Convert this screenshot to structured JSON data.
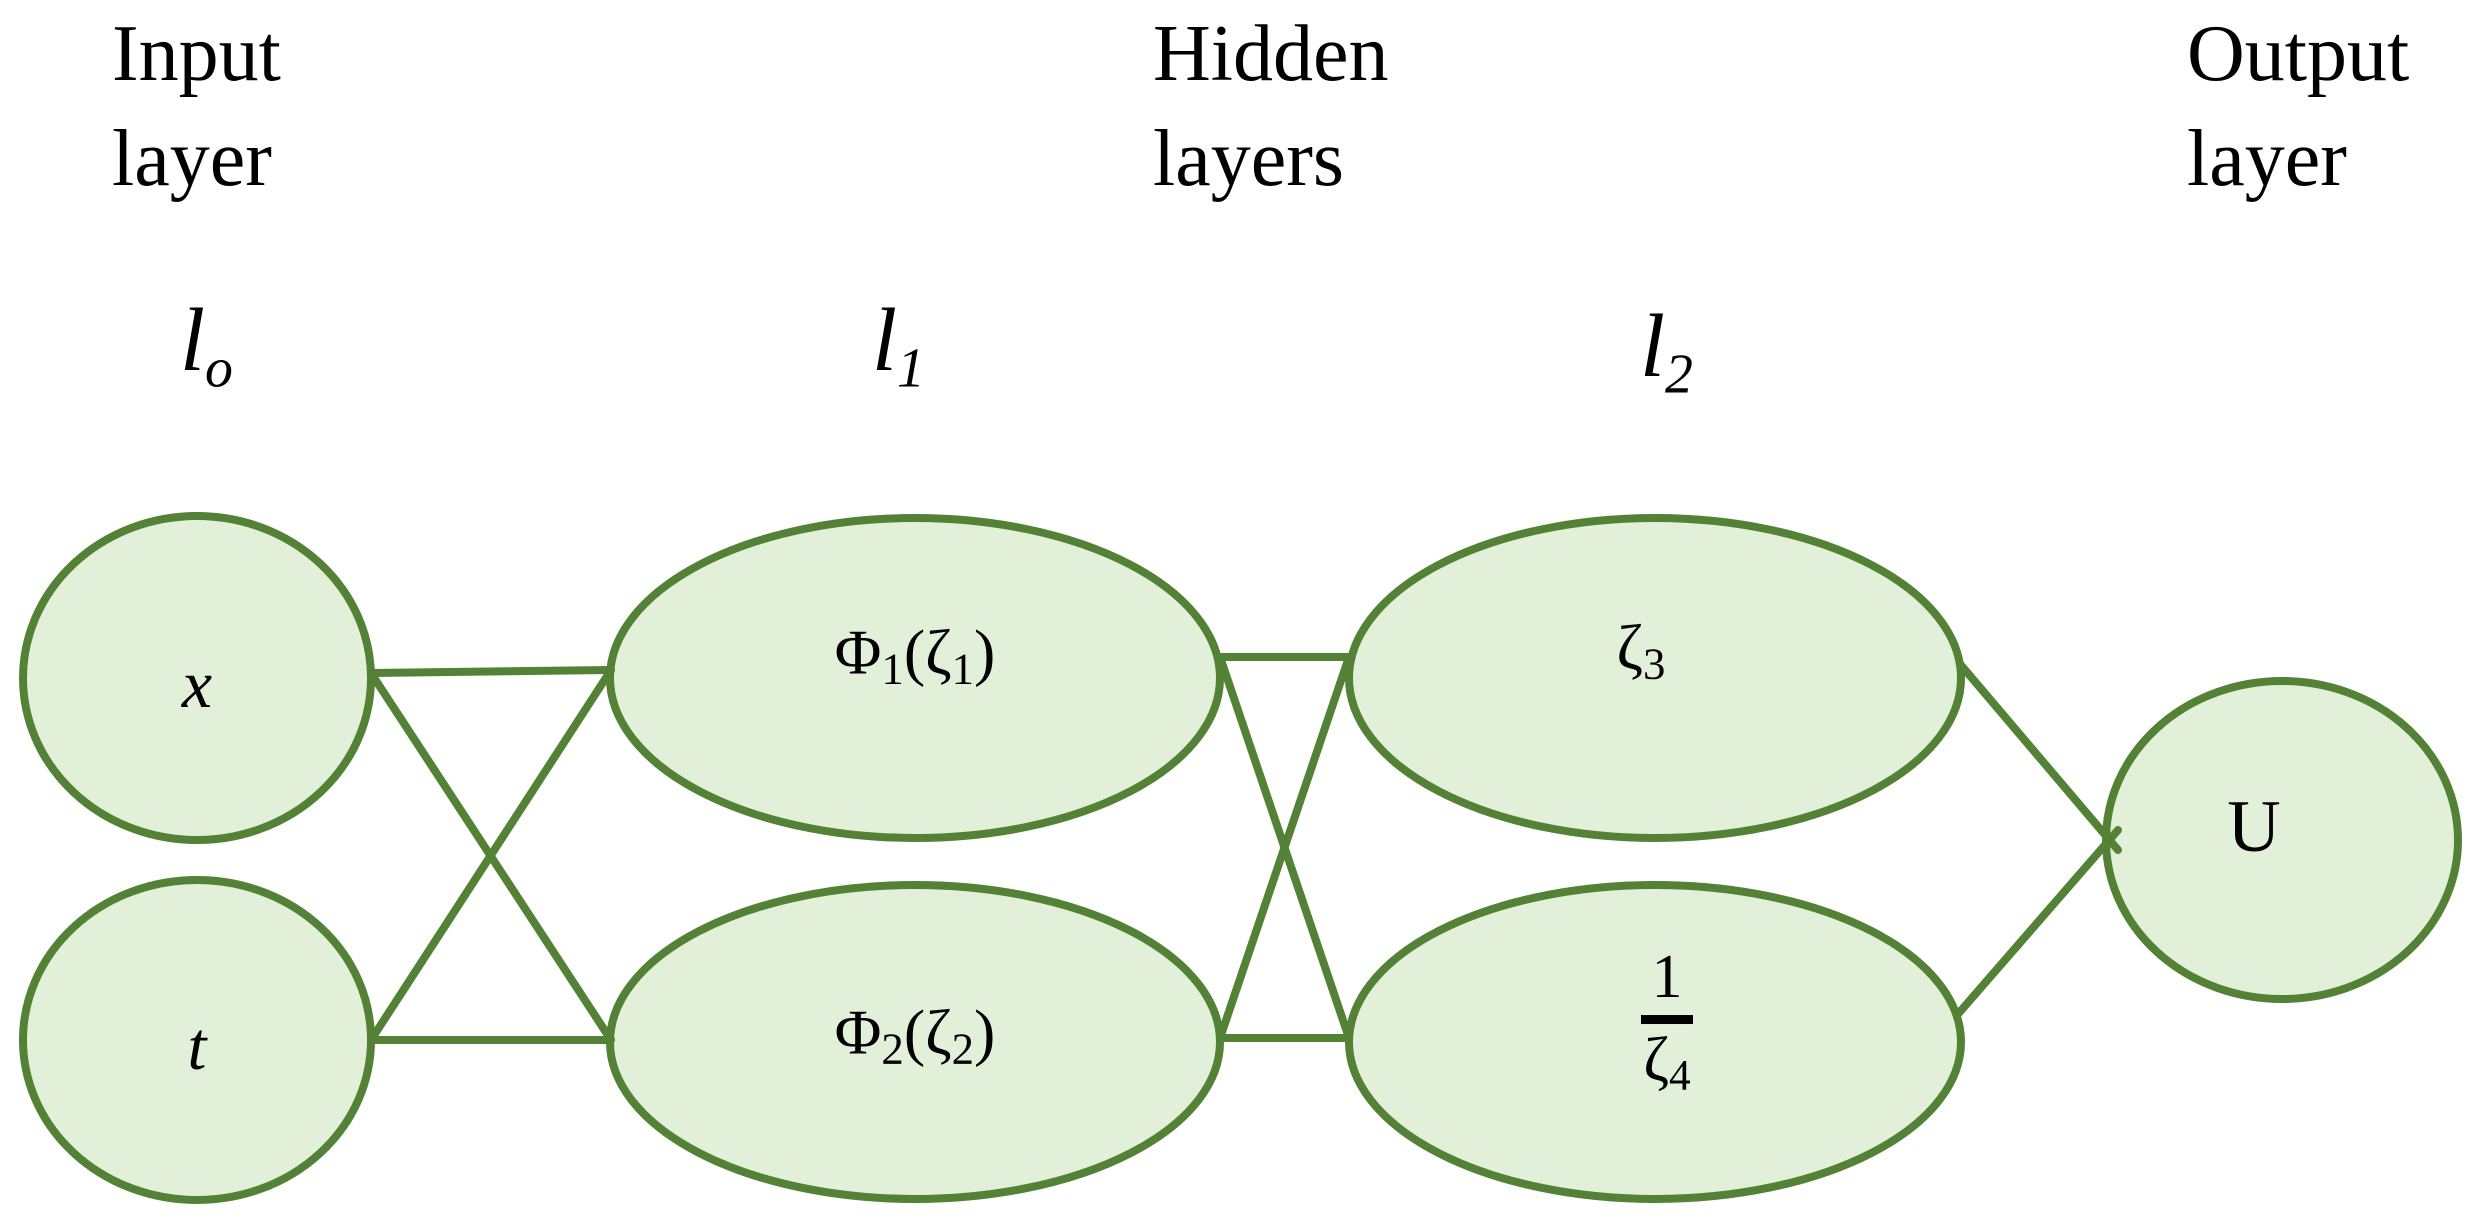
{
  "figure": {
    "type": "neural-network-architecture-diagram",
    "background": "#ffffff"
  },
  "colors": {
    "node_fill": "#e2efd9",
    "node_stroke": "#538135",
    "edge": "#538135",
    "text": "#000000"
  },
  "headers": {
    "input": {
      "text": "Input\nlayer"
    },
    "hidden": {
      "text": "Hidden\nlayers"
    },
    "output": {
      "text": "Output\nlayer"
    }
  },
  "layer_symbols": {
    "l0": {
      "base": "l",
      "sub": "o"
    },
    "l1": {
      "base": "l",
      "sub": "1"
    },
    "l2": {
      "base": "l",
      "sub": "2"
    }
  },
  "nodes": {
    "input_x": {
      "label": "x"
    },
    "input_t": {
      "label": "t"
    },
    "hidden1_phi1": {
      "segments": [
        {
          "t": "Φ"
        },
        {
          "t": "1",
          "sub": true
        },
        {
          "t": "("
        },
        {
          "t": "ζ"
        },
        {
          "t": "1",
          "sub": true
        },
        {
          "t": ")"
        }
      ]
    },
    "hidden1_phi2": {
      "segments": [
        {
          "t": "Φ"
        },
        {
          "t": "2",
          "sub": true
        },
        {
          "t": "("
        },
        {
          "t": "ζ"
        },
        {
          "t": "2",
          "sub": true
        },
        {
          "t": ")"
        }
      ]
    },
    "hidden2_zeta3": {
      "segments": [
        {
          "t": "ζ"
        },
        {
          "t": "3",
          "sub": true
        }
      ]
    },
    "hidden2_inv_zeta4": {
      "numerator": "1",
      "denominator": [
        {
          "t": "ζ"
        },
        {
          "t": "4",
          "sub": true
        }
      ]
    },
    "output_u": {
      "label": "U"
    }
  }
}
